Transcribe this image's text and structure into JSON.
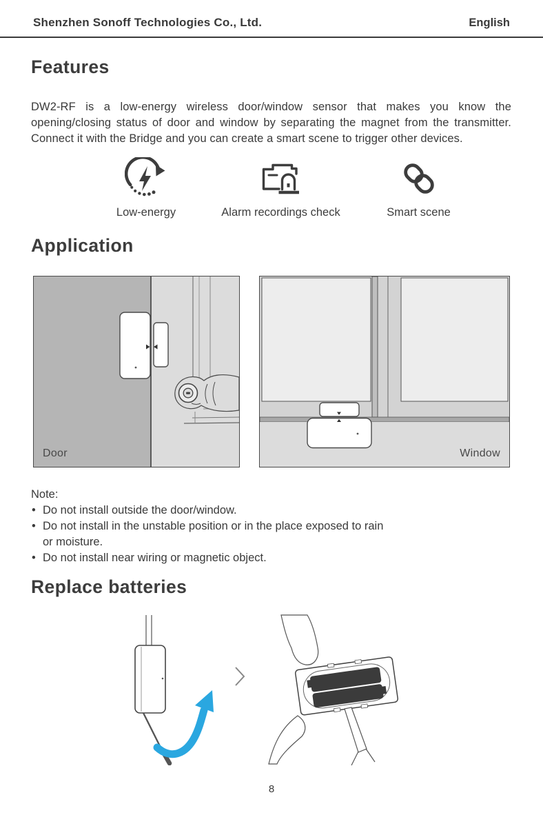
{
  "header": {
    "company": "Shenzhen Sonoff Technologies Co., Ltd.",
    "language": "English"
  },
  "features": {
    "title": "Features",
    "body": "DW2-RF is a low-energy wireless door/window sensor that makes you know the opening/closing status of door and window by separating the magnet from the transmitter. Connect it with the Bridge and you can create a smart scene to trigger other devices.",
    "items": [
      {
        "icon": "low-energy-icon",
        "label": "Low-energy"
      },
      {
        "icon": "alarm-recordings-icon",
        "label": "Alarm recordings check"
      },
      {
        "icon": "smart-scene-icon",
        "label": "Smart scene"
      }
    ]
  },
  "application": {
    "title": "Application",
    "figures": [
      {
        "label": "Door"
      },
      {
        "label": "Window"
      }
    ]
  },
  "note": {
    "title": "Note:",
    "items": [
      "Do not install outside the door/window.",
      "Do not install in the unstable position or in the place exposed to rain or moisture.",
      "Do not install near wiring or magnetic object."
    ]
  },
  "replace": {
    "title": "Replace batteries"
  },
  "footer": {
    "page": "8"
  },
  "colors": {
    "text": "#3a3a3a",
    "icon": "#3d3d3d",
    "wall_gray": "#b5b5b5",
    "door_gray": "#dcdcdc",
    "glass_gray": "#ededed",
    "frame_gray": "#d3d3d3",
    "battery_dark": "#3b3b3b",
    "arrow_blue": "#2aa7e0"
  }
}
